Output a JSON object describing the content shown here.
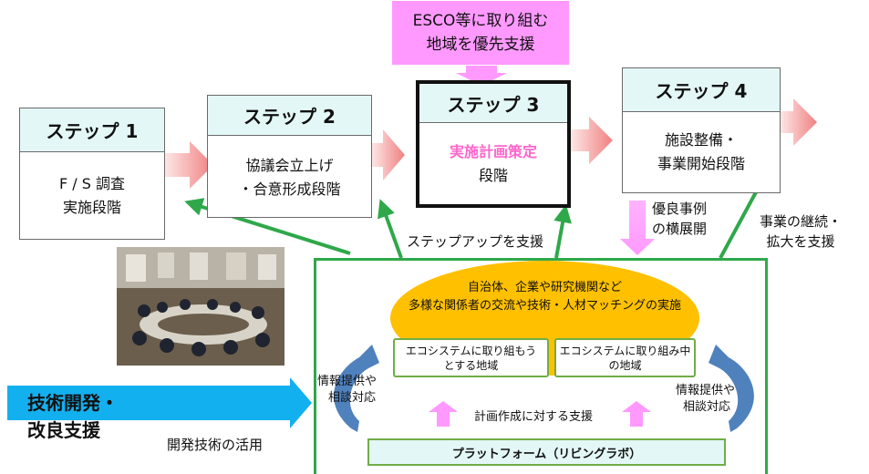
{
  "priority_box": {
    "line1": "ESCO等に取り組む",
    "line2": "地域を優先支援"
  },
  "steps": [
    {
      "title": "ステップ 1",
      "line1": "F / S 調査",
      "line2": "実施段階"
    },
    {
      "title": "ステップ 2",
      "line1": "協議会立上げ",
      "line2": "・合意形成段階"
    },
    {
      "title": "ステップ 3",
      "line1": "実施計画策定",
      "line2": "段階"
    },
    {
      "title": "ステップ 4",
      "line1": "施設整備・",
      "line2": "事業開始段階"
    }
  ],
  "labels": {
    "step_up": "ステップアップを支援",
    "good_cases_1": "優良事例",
    "good_cases_2": "の横展開",
    "continue_1": "事業の継続・",
    "continue_2": "拡大を支援",
    "info_left_1": "情報提供や",
    "info_left_2": "相談対応",
    "info_right_1": "情報提供や",
    "info_right_2": "相談対応",
    "plan_support": "計画作成に対する支援",
    "dev_tech": "開発技術の活用"
  },
  "ellipse": {
    "line1": "自治体、企業や研究機関など",
    "line2": "多様な関係者の交流や技術・人材マッチングの実施"
  },
  "eco_left": {
    "line1": "エコシステムに取り組もう",
    "line2": "とする地域"
  },
  "eco_right": {
    "line1": "エコシステムに取り組み中",
    "line2": "の地域"
  },
  "platform": "プラットフォーム（リビングラボ）",
  "tech_support": {
    "line1": "技術開発・",
    "line2": "改良支援"
  },
  "colors": {
    "green": "#2fa84a",
    "pink": "#ff99ff",
    "cyan": "#13b0ef",
    "orange": "#ffc000",
    "step_head": "#e4f7f7",
    "curved_arrow": "#4f81bd"
  }
}
